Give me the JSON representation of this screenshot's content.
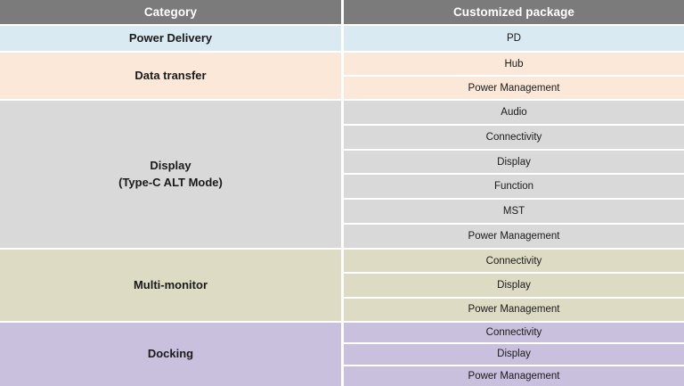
{
  "table": {
    "headers": {
      "category": "Category",
      "package": "Customized package"
    },
    "colors": {
      "header_bg": "#7b7b7b",
      "header_text": "#ffffff",
      "power_delivery": "#d9eaf2",
      "data_transfer": "#fce8d9",
      "display": "#d9d9d9",
      "multi_monitor": "#dedbc4",
      "docking": "#c8c0dd",
      "grid_line": "#ffffff",
      "body_text": "#1a1a1a"
    },
    "groups": [
      {
        "id": "power-delivery",
        "category": "Power Delivery",
        "category_line2": "",
        "packages": [
          "PD"
        ]
      },
      {
        "id": "data-transfer",
        "category": "Data transfer",
        "category_line2": "",
        "packages": [
          "Hub",
          "Power Management"
        ]
      },
      {
        "id": "display",
        "category": "Display",
        "category_line2": "(Type-C ALT Mode)",
        "packages": [
          "Audio",
          "Connectivity",
          "Display",
          "Function",
          "MST",
          "Power Management"
        ]
      },
      {
        "id": "multi-monitor",
        "category": "Multi-monitor",
        "category_line2": "",
        "packages": [
          "Connectivity",
          "Display",
          "Power Management"
        ]
      },
      {
        "id": "docking",
        "category": "Docking",
        "category_line2": "",
        "packages": [
          "Connectivity",
          "Display",
          "Power Management"
        ]
      }
    ]
  }
}
